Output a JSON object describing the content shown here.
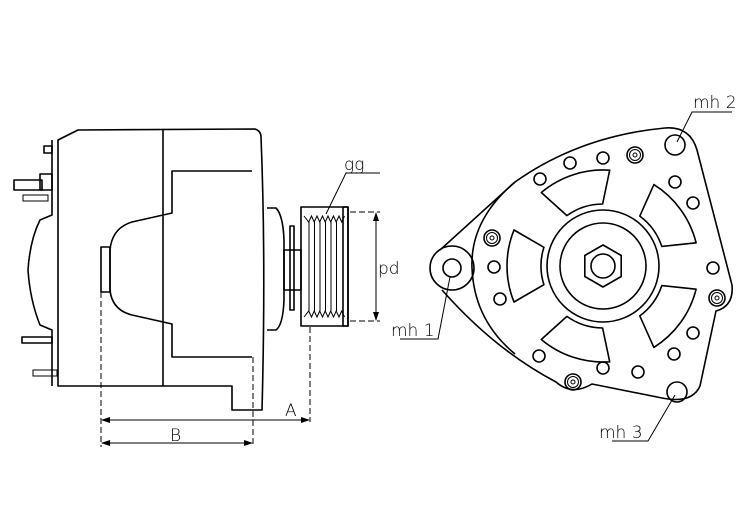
{
  "labels": {
    "groove": "gg",
    "pulley_diameter": "pd",
    "mount_hole_1": "mh 1",
    "mount_hole_2": "mh 2",
    "mount_hole_3": "mh 3",
    "dim_a": "A",
    "dim_b": "B"
  }
}
